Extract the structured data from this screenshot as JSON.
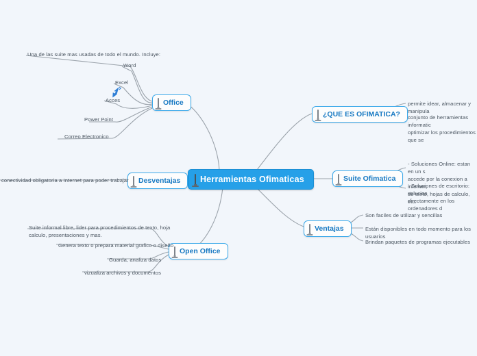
{
  "canvas": {
    "background": "#f2f6fb",
    "accent": "#26a0e8",
    "branch_text_color": "#1678c2",
    "leaf_text_color": "#4a5560",
    "edge_color": "#9aa2aa"
  },
  "root": {
    "label": "Herramientas Ofimaticas",
    "icon": "monitor-icon"
  },
  "branches": [
    {
      "id": "office",
      "label": "Office",
      "icon": "monitor-icon"
    },
    {
      "id": "que-es",
      "label": "¿QUE ES OFIMATICA?",
      "icon": "monitor-icon"
    },
    {
      "id": "suite",
      "label": "Suite Ofimatica",
      "icon": "monitor-icon"
    },
    {
      "id": "ventajas",
      "label": "Ventajas",
      "icon": "monitor-icon"
    },
    {
      "id": "desventajas",
      "label": "Desventajas",
      "icon": "monitor-icon"
    },
    {
      "id": "open-office",
      "label": "Open Office",
      "icon": "monitor-icon"
    }
  ],
  "leaves": {
    "office_intro": "Una de las suite mas usadas de todo el mundo. Incluye:",
    "office_items": [
      "Word",
      "Excel",
      "Acces",
      "Power Point",
      "Correo Electronico"
    ],
    "que_es_items": [
      "permite idear, almacenar y manipula",
      "conjunto de herramientas informatic\noptimizar los procedimientos que se"
    ],
    "suite_items": [
      "- Soluciones Online: estan en un s\naccede por la conexion a internet,\nde texto, hojas de calculo, etc.",
      "- Soluciones de escritorio: solucion\ndirectamente en los ordenadores d"
    ],
    "ventajas_items": [
      "Son faciles de utilizar y sencillas",
      "Están disponibles en todo momento para los usuarios",
      "Brindan paquetes de programas ejecutables"
    ],
    "desventajas_items": [
      "conectividad obligatoria a Internet para poder trabajar"
    ],
    "open_office_items": [
      "Suite informal libre, lider para procedimientos de texto, hoja\ncalculo, presentaciones y mas.",
      "Genera texto o prepara material grafico o diseño",
      "Guarda, analiza datos",
      "vizualiza archivos y documentos"
    ]
  }
}
